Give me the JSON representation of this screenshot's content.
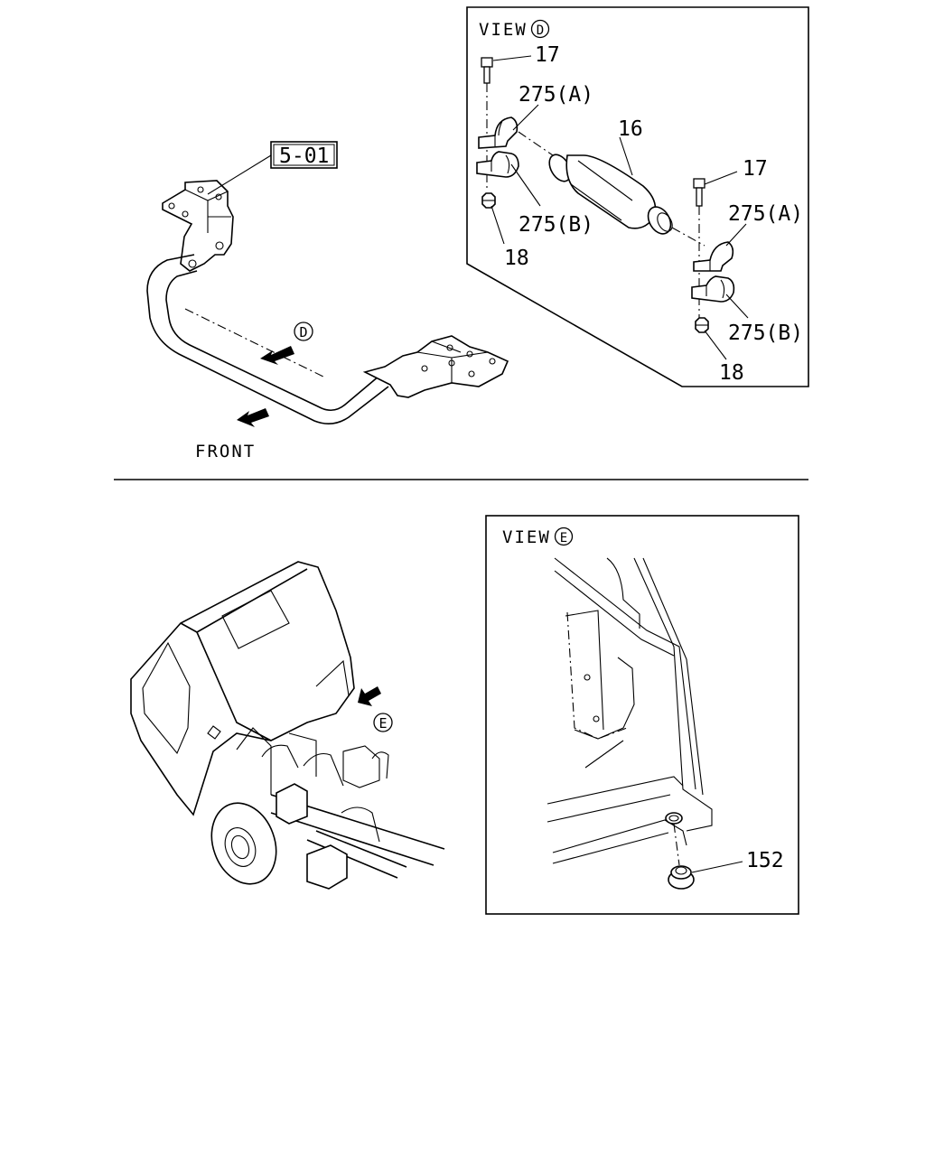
{
  "top_section": {
    "ref_box_label": "5-01",
    "front_label": "FRONT",
    "view_marker": "D",
    "view": {
      "title": "VIEW",
      "marker": "D",
      "callouts": {
        "bolt_left": "17",
        "clamp_a_left": "275(A)",
        "bushing": "16",
        "clamp_b_left": "275(B)",
        "nut_left": "18",
        "bolt_right": "17",
        "clamp_a_right": "275(A)",
        "clamp_b_right": "275(B)",
        "nut_right": "18"
      }
    }
  },
  "bottom_section": {
    "view_marker": "E",
    "view": {
      "title": "VIEW",
      "marker": "E",
      "callouts": {
        "stopper": "152"
      }
    }
  }
}
